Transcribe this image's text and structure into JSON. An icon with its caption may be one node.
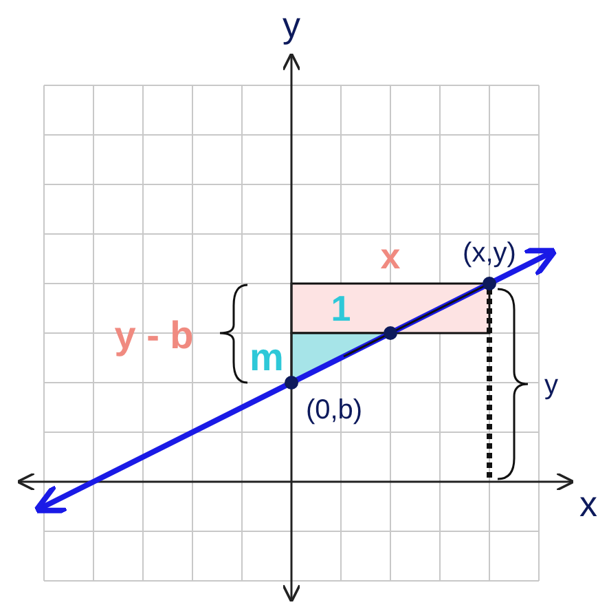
{
  "diagram": {
    "labels": [
      "y",
      "x",
      "(x,y)",
      "1",
      "y - b",
      "m",
      "(0,b)",
      "y",
      "x"
    ]
  }
}
